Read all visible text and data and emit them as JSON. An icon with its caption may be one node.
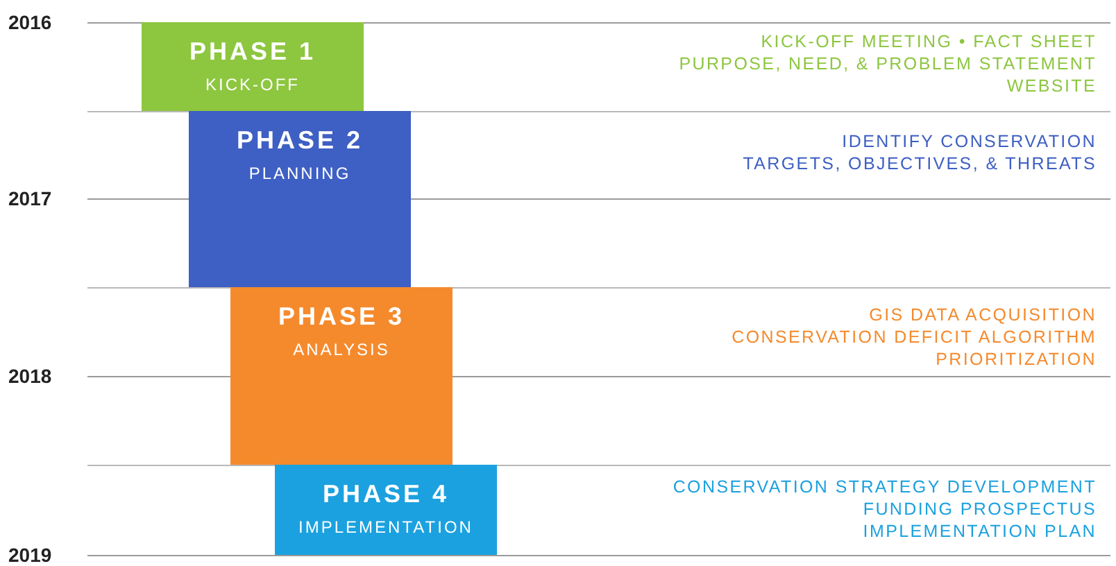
{
  "diagram": {
    "nodes": [
      {
        "text": [
          "PHASE 1",
          "KICK-OFF"
        ],
        "beside": [
          "KICK-OFF MEETING • FACT SHEET",
          "PURPOSE, NEED, & PROBLEM STATEMENT",
          "WEBSITE"
        ]
      },
      {
        "text": [
          "PHASE 2",
          "PLANNING"
        ],
        "beside": [
          "IDENTIFY CONSERVATION",
          "TARGETS, OBJECTIVES, & THREATS"
        ]
      },
      {
        "text": [
          "PHASE 3",
          "ANALYSIS"
        ],
        "beside": [
          "GIS DATA ACQUISITION",
          "CONSERVATION DEFICIT ALGORITHM",
          "PRIORITIZATION"
        ]
      },
      {
        "text": [
          "PHASE 4",
          "IMPLEMENTATION"
        ],
        "beside": [
          "CONSERVATION STRATEGY DEVELOPMENT",
          "FUNDING PROSPECTUS",
          "IMPLEMENTATION PLAN"
        ]
      }
    ],
    "labels": [
      "2016",
      "2017",
      "2018",
      "2019"
    ]
  }
}
